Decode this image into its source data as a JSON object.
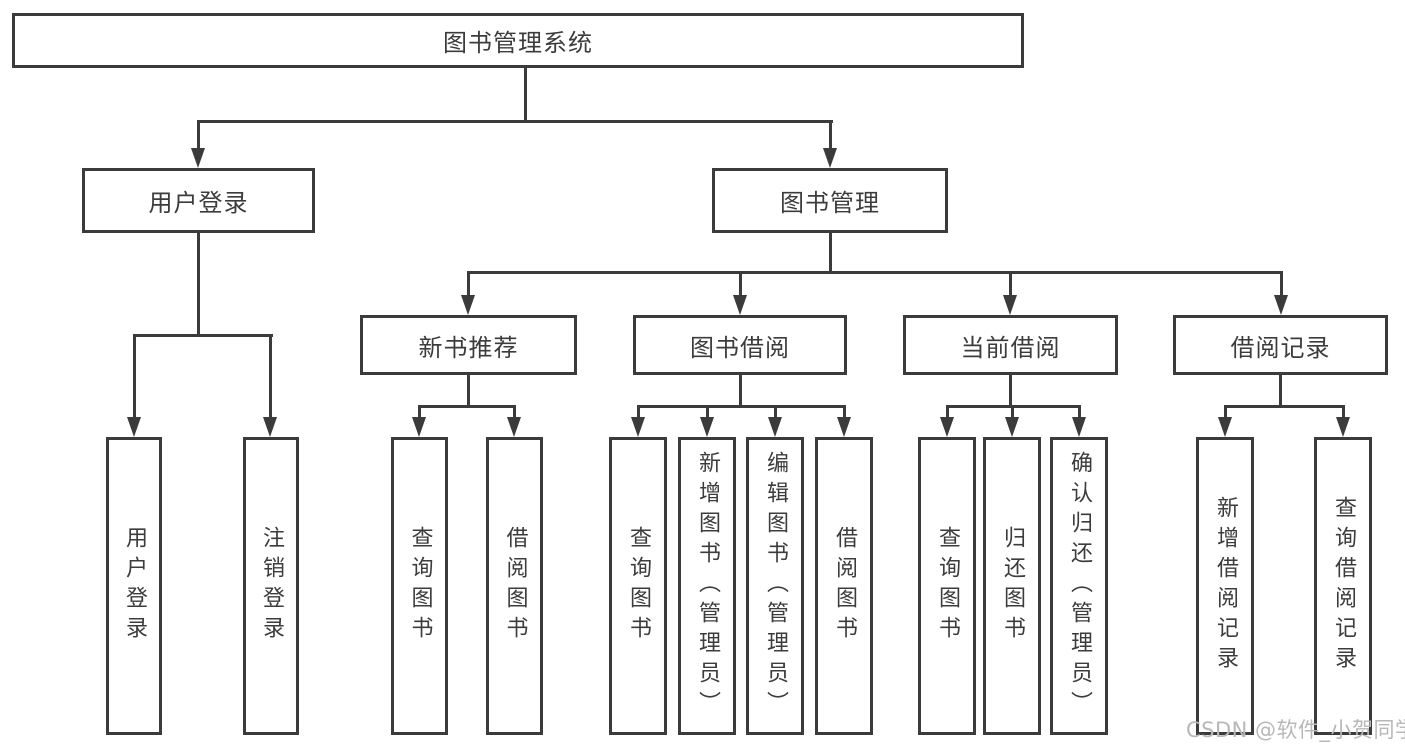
{
  "diagram_type": "tree",
  "colors": {
    "line": "#3b3b3b",
    "text": "#3c3c3c",
    "background": "#ffffff",
    "watermark": "#b8b8b8"
  },
  "tree": {
    "root": {
      "label": "图书管理系统"
    },
    "branches": [
      {
        "label": "用户登录",
        "children": [
          {
            "label": "用户登录"
          },
          {
            "label": "注销登录"
          }
        ]
      },
      {
        "label": "图书管理",
        "children": [
          {
            "label": "新书推荐",
            "children": [
              {
                "label": "查询图书"
              },
              {
                "label": "借阅图书"
              }
            ]
          },
          {
            "label": "图书借阅",
            "children": [
              {
                "label": "查询图书"
              },
              {
                "label": "新增图书（管理员）"
              },
              {
                "label": "编辑图书（管理员）"
              },
              {
                "label": "借阅图书"
              }
            ]
          },
          {
            "label": "当前借阅",
            "children": [
              {
                "label": "查询图书"
              },
              {
                "label": "归还图书"
              },
              {
                "label": "确认归还（管理员）"
              }
            ]
          },
          {
            "label": "借阅记录",
            "children": [
              {
                "label": "新增借阅记录"
              },
              {
                "label": "查询借阅记录"
              }
            ]
          }
        ]
      }
    ]
  },
  "watermark": {
    "text": "CSDN @软件_小贺同学"
  }
}
